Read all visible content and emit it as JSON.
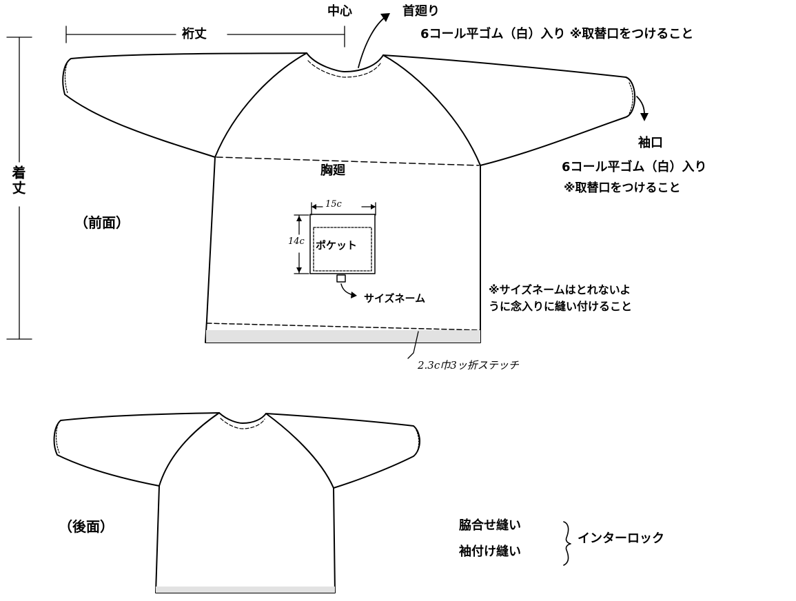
{
  "labels": {
    "center": "中心",
    "sleeve_length": "裄丈",
    "neckline": "首廻り",
    "neck_elastic": "6コール平ゴム（白）入り ※取替口をつけること",
    "cuff": "袖口",
    "cuff_elastic": "6コール平ゴム（白）入り",
    "cuff_note": "※取替口をつけること",
    "chest": "胸廻",
    "body_length": "着丈",
    "front_view": "（前面）",
    "back_view": "（後面）",
    "pocket": "ポケット",
    "pocket_width": "15c",
    "pocket_height": "14c",
    "size_name": "サイズネーム",
    "size_name_note_line1": "※サイズネームはとれないよ",
    "size_name_note_line2": "うに念入りに縫い付けること",
    "hem_stitch": "2.3c巾3ッ折ステッチ",
    "side_seam": "脇合せ縫い",
    "sleeve_seam": "袖付け縫い",
    "interlock": "インターロック"
  }
}
